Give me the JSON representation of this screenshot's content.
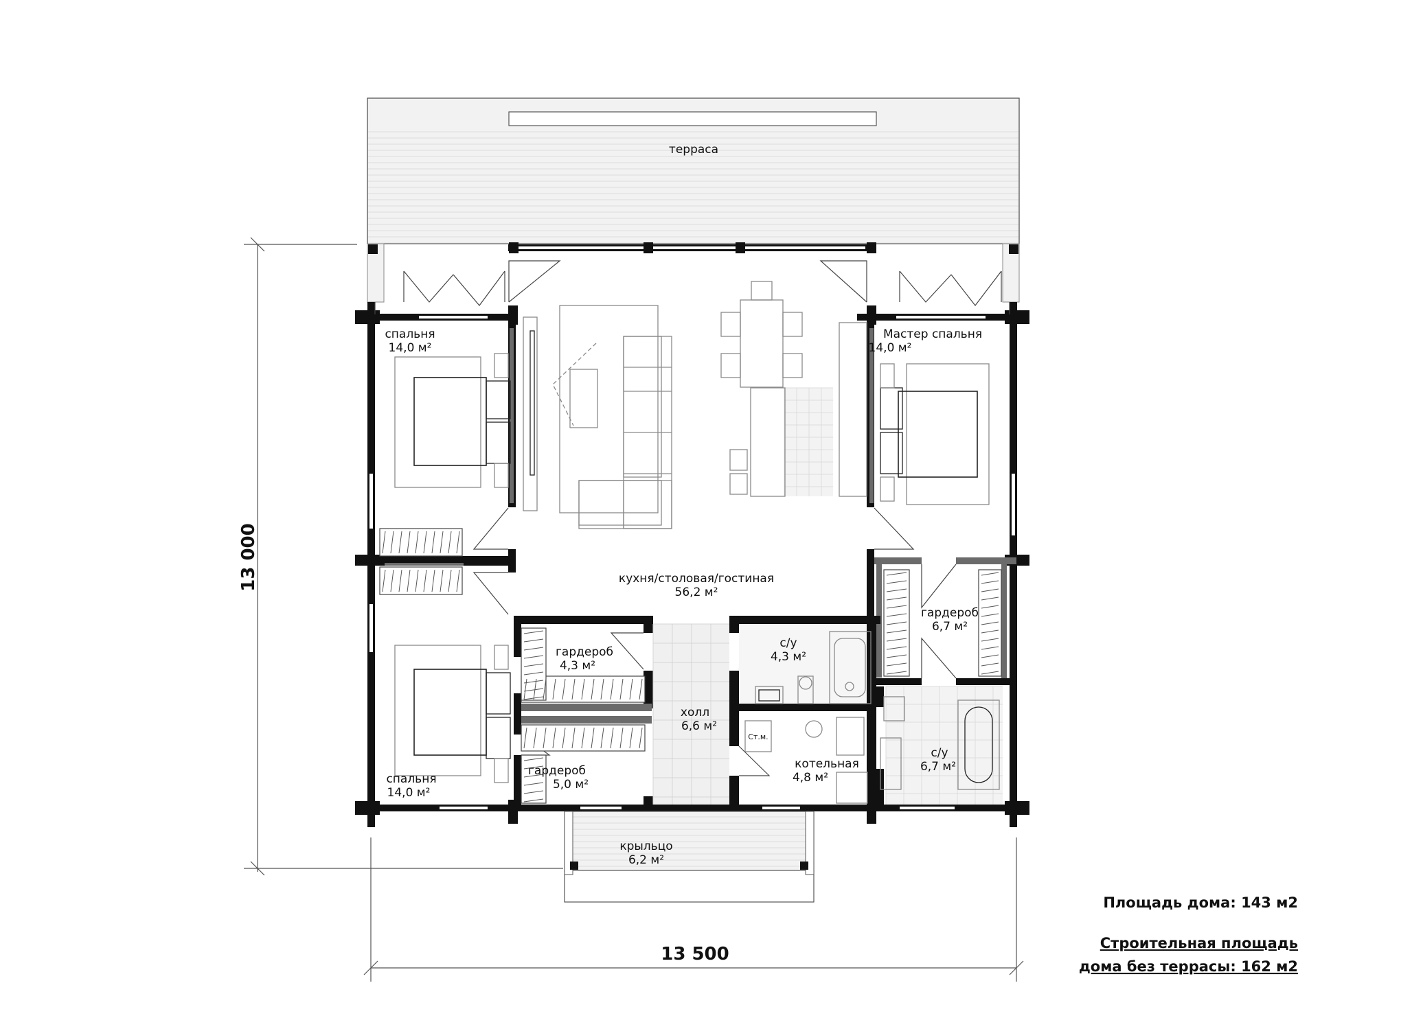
{
  "rooms": {
    "terrace": {
      "name": "терраса"
    },
    "bedroom1": {
      "name": "спальня",
      "area": "14,0 м²"
    },
    "master": {
      "name": "Мастер спальня",
      "area": "14,0 м²"
    },
    "living": {
      "name": "кухня/столовая/гостиная",
      "area": "56,2 м²"
    },
    "wardrobe1": {
      "name": "гардероб",
      "area": "4,3 м²"
    },
    "wc1": {
      "name": "с/у",
      "area": "4,3 м²"
    },
    "wardrobe2": {
      "name": "гардероб",
      "area": "6,7 м²"
    },
    "hall": {
      "name": "холл",
      "area": "6,6 м²"
    },
    "boiler": {
      "name": "котельная",
      "area": "4,8 м²"
    },
    "wc2": {
      "name": "с/у",
      "area": "6,7 м²"
    },
    "bedroom2": {
      "name": "спальня",
      "area": "14,0 м²"
    },
    "wardrobe3": {
      "name": "гардероб",
      "area": "5,0 м²"
    },
    "porch": {
      "name": "крыльцо",
      "area": "6,2 м²"
    },
    "washer": {
      "name": "Ст.м."
    }
  },
  "dimensions": {
    "height": "13 000",
    "width": "13 500"
  },
  "notes": {
    "house_area": "Площадь дома: 143 м2",
    "building_area_line1": "Строительная площадь",
    "building_area_line2": "дома без террасы: 162 м2"
  }
}
